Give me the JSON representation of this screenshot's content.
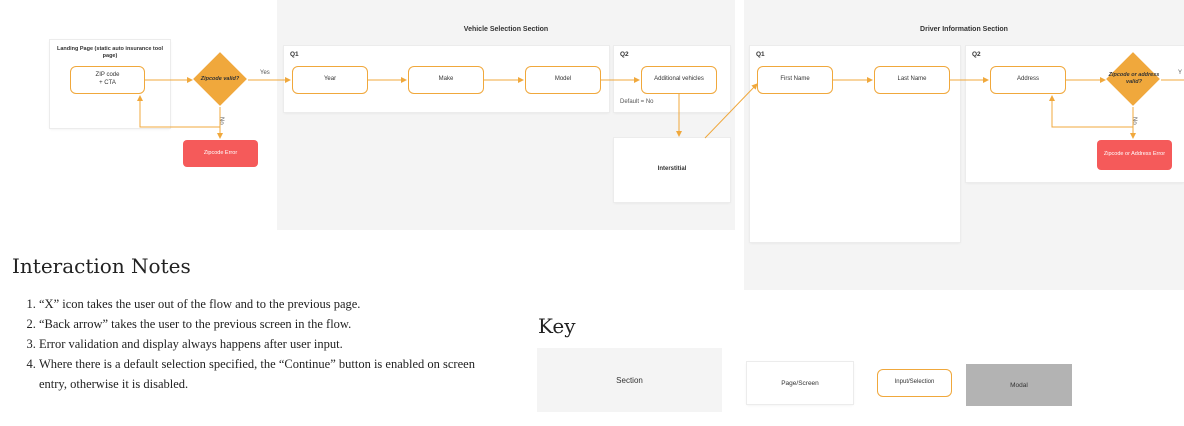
{
  "landing": {
    "title": "Landing Page (static auto insurance tool page)",
    "zip_node": "ZIP code\n+ CTA",
    "decision": "Zipcode valid?",
    "yes_label": "Yes",
    "no_label": "No",
    "error": "Zipcode Error"
  },
  "vehicle_section": {
    "title": "Vehicle Selection Section",
    "q1_label": "Q1",
    "q1_nodes": [
      "Year",
      "Make",
      "Model"
    ],
    "q2_label": "Q2",
    "q2_node": "Additional vehicles",
    "q2_default": "Default = No",
    "interstitial": "Interstitial"
  },
  "driver_section": {
    "title": "Driver Information Section",
    "q1_label": "Q1",
    "q1_nodes": [
      "First Name",
      "Last Name"
    ],
    "q2_label": "Q2",
    "q2_node": "Address",
    "decision": "Zipcode or address valid?",
    "yes_label": "Y",
    "no_label": "No",
    "error": "Zipcode or Address Error"
  },
  "notes": {
    "title": "Interaction Notes",
    "items": [
      "“X” icon takes the user out of the flow and to the previous page.",
      "“Back arrow” takes the user to the previous screen in the flow.",
      "Error validation and display always happens after user input.",
      "Where there is a default selection specified, the “Continue” button is enabled on screen entry, otherwise it is disabled."
    ]
  },
  "key": {
    "title": "Key",
    "section": "Section",
    "page": "Page/Screen",
    "input": "Input/Selection",
    "modal": "Modal"
  },
  "colors": {
    "accent": "#f0a83c",
    "error": "#f55a5a",
    "section_bg": "#f4f4f4",
    "modal_bg": "#b3b3b3"
  }
}
